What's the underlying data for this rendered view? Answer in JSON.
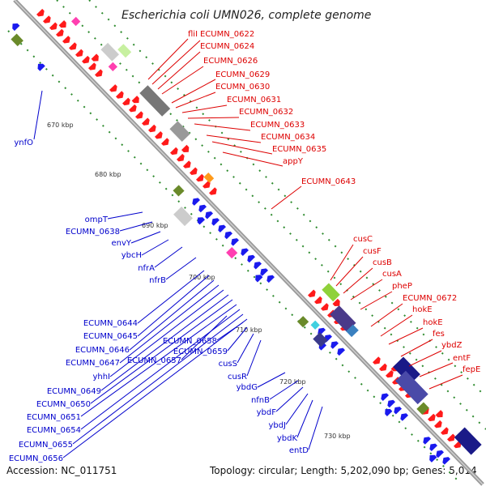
{
  "title": "Escherichia coli UMN026, complete genome",
  "accession": "Accession: NC_011751",
  "topology": "Topology: circular; Length: 5,202,090 bp; Genes: 5,014",
  "colors": {
    "forward_cds": "#ff1a1a",
    "reverse_cds": "#1a1aee",
    "forward_label": "#dd0000",
    "reverse_label": "#0000cc",
    "backbone": "#999999",
    "cog_green": "#2e8b2e"
  },
  "kbp_marks": [
    "670 kbp",
    "680 kbp",
    "690 kbp",
    "700 kbp",
    "710 kbp",
    "720 kbp",
    "730 kbp"
  ],
  "forward_labels": [
    "fliI",
    "ECUMN_0622",
    "ECUMN_0624",
    "ECUMN_0626",
    "ECUMN_0629",
    "ECUMN_0630",
    "ECUMN_0631",
    "ECUMN_0632",
    "ECUMN_0633",
    "ECUMN_0634",
    "ECUMN_0635",
    "appY",
    "ECUMN_0643",
    "cusC",
    "cusF",
    "cusB",
    "cusA",
    "pheP",
    "ECUMN_0672",
    "hokE",
    "hokE",
    "fes",
    "ybdZ",
    "entF",
    "fepE"
  ],
  "reverse_labels": [
    "ynfO",
    "ompT",
    "ECUMN_0638",
    "envY",
    "ybcH",
    "nfrA",
    "nfrB",
    "ECUMN_0644",
    "ECUMN_0645",
    "ECUMN_0646",
    "ECUMN_0647",
    "yhhI",
    "ECUMN_0649",
    "ECUMN_0650",
    "ECUMN_0651",
    "ECUMN_0654",
    "ECUMN_0655",
    "ECUMN_0656",
    "ECUMN_0657",
    "ECUMN_0658",
    "ECUMN_0659",
    "cusS",
    "cusR",
    "ybdG",
    "nfnB",
    "ybdF",
    "ybdJ",
    "ybdK",
    "entD"
  ]
}
